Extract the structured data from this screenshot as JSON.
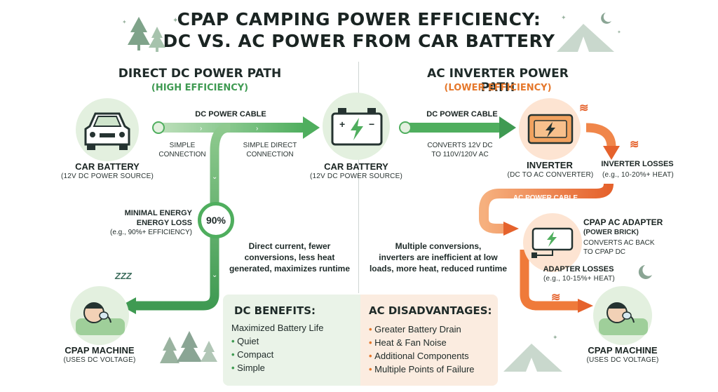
{
  "title": {
    "line1": "CPAP CAMPING POWER EFFICIENCY:",
    "line2": "DC VS. AC POWER FROM CAR BATTERY"
  },
  "left": {
    "header": "DIRECT DC POWER PATH",
    "subheader": "(HIGH EFFICIENCY)",
    "car_battery_label": "CAR BATTERY",
    "car_battery_sub": "(12V DC POWER SOURCE)",
    "cable_label": "DC POWER CABLE",
    "simple_connection": "SIMPLE\nCONNECTION",
    "simple_direct": "SIMPLE DIRECT\nCONNECTION",
    "battery_label": "CAR BATTERY",
    "battery_sub": "(12V DC POWER SOURCE)",
    "efficiency": "90%",
    "minimal_energy": "MINIMAL ENERGY",
    "energy_loss": "ENERGY LOSS",
    "efficiency_note": "(e.g., 90%+ EFFICIENCY)",
    "description": "Direct current, fewer\nconversions, less heat\ngenerated, maximizes runtime",
    "cpap_label": "CPAP MACHINE",
    "cpap_sub": "(USES DC VOLTAGE)",
    "snore": "ZZZ"
  },
  "right": {
    "header": "AC INVERTER POWER PATH",
    "subheader": "(LOWER EFFICIENCY)",
    "cable_label": "DC POWER CABLE",
    "converts": "CONVERTS 12V DC\nTO 110V/120V AC",
    "inverter_label": "INVERTER",
    "inverter_sub": "(DC TO AC CONVERTER)",
    "inverter_losses": "INVERTER LOSSES",
    "inverter_losses_sub": "(e.g., 10-20%+ HEAT)",
    "ac_cable": "AC POWER CABLE",
    "adapter_label": "CPAP AC ADAPTER",
    "adapter_sub": "(POWER BRICK)",
    "adapter_desc": "CONVERTS AC BACK\nTO CPAP DC",
    "description": "Multiple conversions,\ninverters are inefficient at low\nloads, more heat, reduced runtime",
    "adapter_losses": "ADAPTER LOSSES",
    "adapter_losses_sub": "(e.g., 10-15%+ HEAT)",
    "cpap_label": "CPAP MACHINE",
    "cpap_sub": "(USES DC VOLTAGE)"
  },
  "benefits": {
    "dc_title": "DC BENEFITS:",
    "dc_items": [
      "Maximized Battery Life",
      "Quiet",
      "Compact",
      "Simple"
    ],
    "ac_title": "AC DISADVANTAGES:",
    "ac_items": [
      "Greater Battery Drain",
      "Heat & Fan Noise",
      "Additional Components",
      "Multiple Points of Failure"
    ]
  },
  "colors": {
    "green": "#3f9a52",
    "light_green": "#e3f0df",
    "orange": "#e5782c",
    "light_orange": "#fde4d2"
  }
}
